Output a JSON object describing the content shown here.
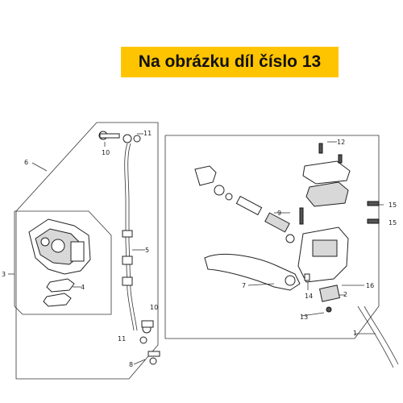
{
  "banner": {
    "text": "Na obrázku díl číslo 13"
  },
  "callouts": [
    "1",
    "2",
    "3",
    "4",
    "5",
    "6",
    "7",
    "8",
    "9",
    "10",
    "11",
    "12",
    "13",
    "14",
    "15",
    "16"
  ],
  "colors": {
    "banner_bg": "#ffc400",
    "line": "#333333"
  }
}
